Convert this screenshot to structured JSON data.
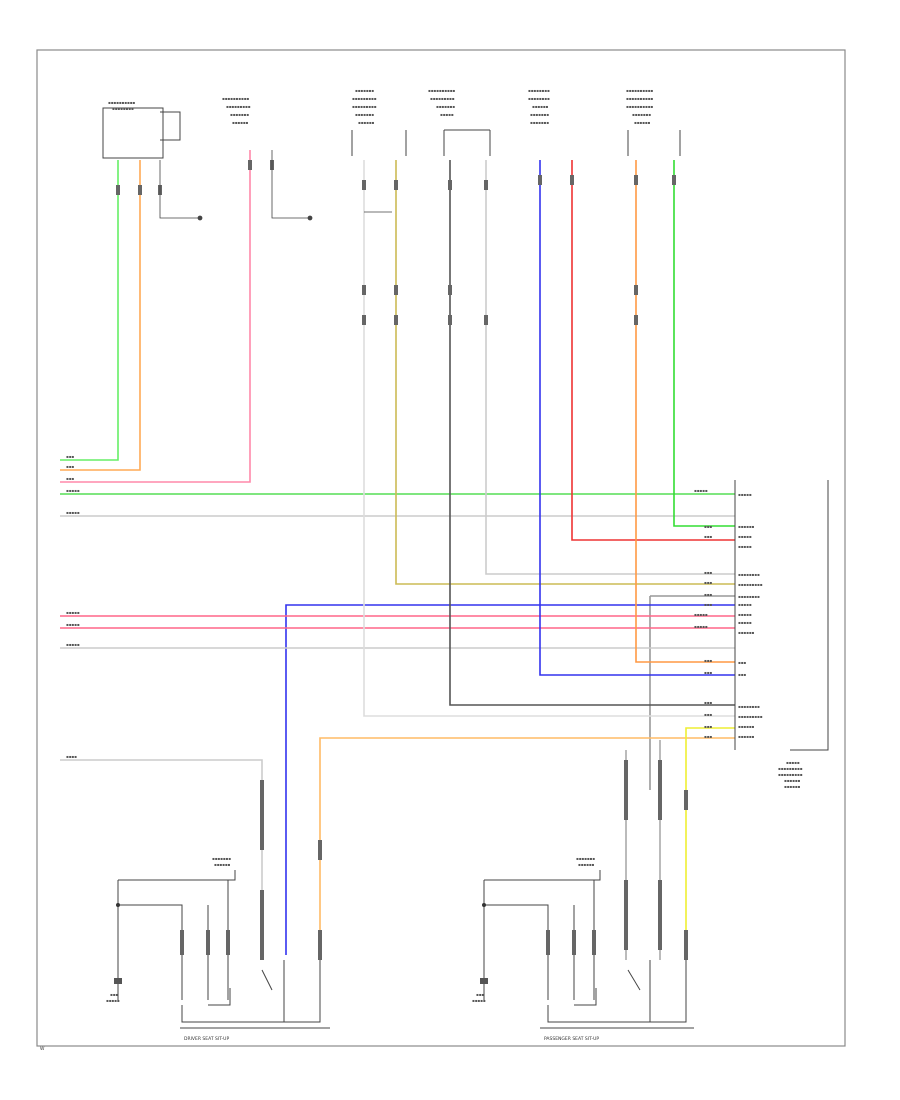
{
  "diagram": {
    "page_code": "W",
    "switch_labels": {
      "driver": "DRIVER SEAT SIT-UP",
      "passenger": "PASSENGER SEAT SIT-UP"
    },
    "colors": {
      "green": "#33dd33",
      "orange": "#ff9933",
      "pink": "#ff7799",
      "red": "#ee2222",
      "blue": "#2222ee",
      "yellow": "#eeee22",
      "tan": "#ccaa33",
      "gray": "#888888",
      "black": "#333333",
      "light": "#bbbbbb"
    },
    "icons": [
      "ground-icon-left",
      "ground-icon-right",
      "switch-icon-driver",
      "switch-icon-passenger"
    ]
  }
}
